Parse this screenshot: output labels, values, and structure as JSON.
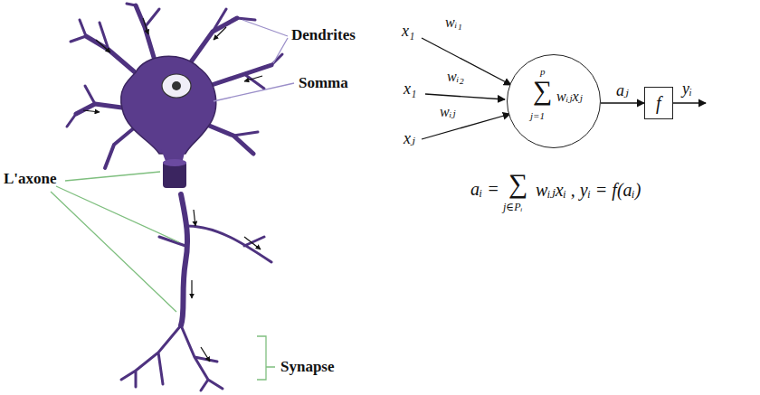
{
  "diagram": {
    "nodes": [
      {
        "text": [
          "p",
          "∑",
          "j=1",
          "wᵢⱼxⱼ"
        ]
      },
      {
        "text": [
          "f"
        ]
      }
    ],
    "edges": [
      {
        "from": 0,
        "to": 1,
        "arrow": "to",
        "label": "aⱼ"
      }
    ],
    "labels": [
      "Dendrites",
      "Somma",
      "L'axone",
      "Synapse",
      "x₁",
      "x₁",
      "xⱼ",
      "wᵢ₁",
      "wᵢ₂",
      "wᵢⱼ",
      "yᵢ",
      "aᵢ =",
      "∑",
      "j∈Pᵢ",
      "wᵢⱼxᵢ , yᵢ = f(aᵢ)"
    ]
  }
}
